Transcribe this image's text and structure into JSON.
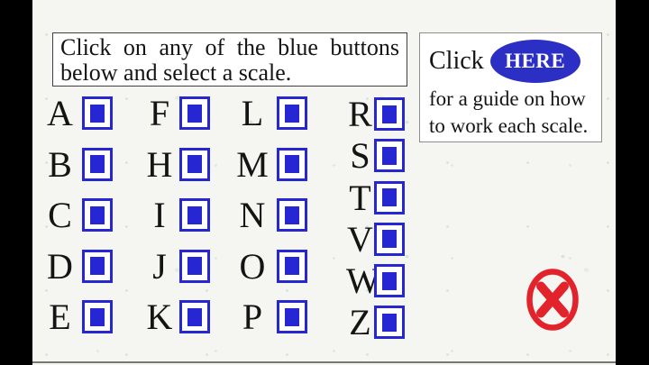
{
  "instructions": {
    "line1": "Click on any of the blue buttons",
    "line2": "below and select a scale."
  },
  "guide": {
    "click_label": "Click",
    "here_label": "HERE",
    "line1": "for a guide on how",
    "line2": "to work each scale."
  },
  "scales": {
    "column1": [
      "A",
      "B",
      "C",
      "D",
      "E"
    ],
    "column2": [
      "F",
      "H",
      "I",
      "J",
      "K"
    ],
    "column3": [
      "L",
      "M",
      "N",
      "O",
      "P"
    ],
    "column4": [
      "R",
      "S",
      "T",
      "V",
      "W",
      "Z"
    ]
  },
  "icons": {
    "close": "circle-x"
  },
  "colors": {
    "button-blue": "#2626d2",
    "here-blue": "#2b2fc3",
    "close-red": "#e2232b",
    "letterbox-black": "#000000",
    "page-bg": "#f5f5f2",
    "text-black": "#141414"
  }
}
